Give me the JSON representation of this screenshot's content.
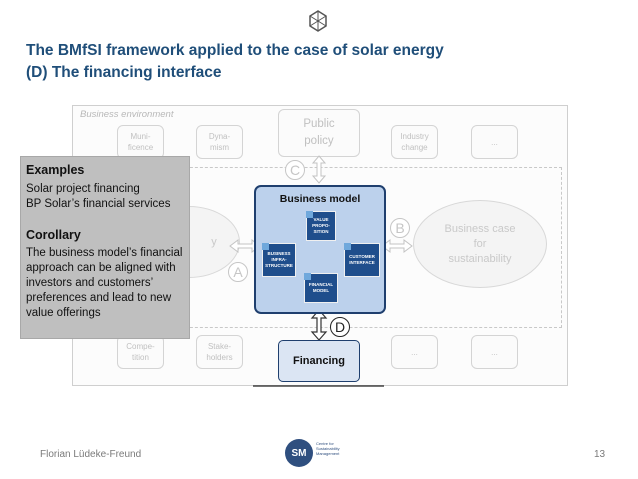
{
  "slide": {
    "title_line1": "The BMfSI framework applied to the case of solar energy",
    "title_line2": "(D) The financing interface",
    "footer_author": "Florian Lüdeke-Freund",
    "page_number": "13",
    "logo_text": "SM",
    "logo_caption": "Centre for Sustainability Management"
  },
  "environment": {
    "label": "Business environment",
    "top_boxes": [
      "Muni-\nficence",
      "Dyna-\nmism",
      "Industry\nchange",
      "..."
    ],
    "public_policy": "Public\npolicy",
    "bottom_boxes": [
      "Compe-\ntition",
      "Stake-\nholders",
      "...",
      "..."
    ],
    "left_ellipse": "y",
    "right_ellipse": "Business case\nfor\nsustainability"
  },
  "business_model": {
    "title": "Business model",
    "tiles": {
      "value": "VALUE\nPROPO-\nSITION",
      "infra": "BUSINESS\nINFRA-\nSTRUCTURE",
      "customer": "CUSTOMER\nINTERFACE",
      "financial": "FINANCIAL\nMODEL"
    }
  },
  "financing": {
    "label": "Financing"
  },
  "interfaces": {
    "a": "A",
    "b": "B",
    "c": "C",
    "d": "D"
  },
  "callout": {
    "examples_heading": "Examples",
    "example1": "Solar project financing",
    "example2": "BP Solar’s financial services",
    "corollary_heading": "Corollary",
    "corollary_text": "The business model’s financial approach can be aligned with investors and customers’ preferences and lead to new value offerings"
  },
  "colors": {
    "title": "#1f4e79",
    "bm_fill": "#bcd1ec",
    "bm_border": "#1f3f6e",
    "tile": "#1f4e8c",
    "callout_bg": "#bfbfbf",
    "financing_fill": "#dbe5f3"
  },
  "icons": {
    "header": "hexagon-network-icon"
  }
}
